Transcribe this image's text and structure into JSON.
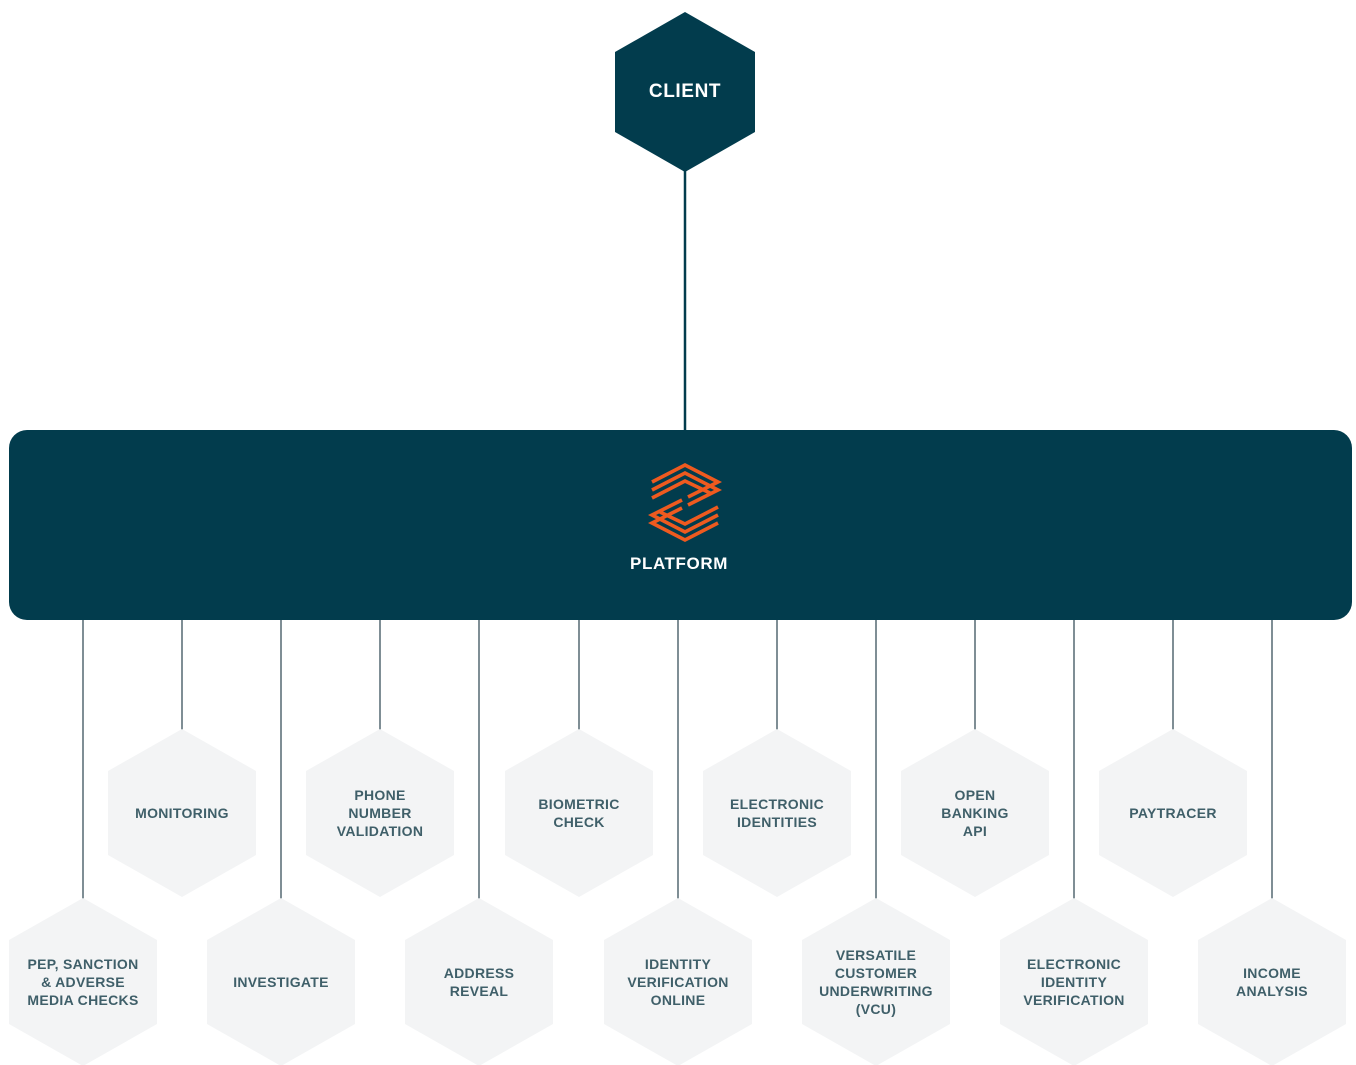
{
  "colors": {
    "navy": "#023c4d",
    "hex_fill": "#f3f4f5",
    "service_text": "#3f5f69",
    "connector": "#7f8e95",
    "logo_orange": "#ee5a1f"
  },
  "client": {
    "label": "CLIENT"
  },
  "platform": {
    "label": "PLATFORM",
    "logo_icon": "layered-hexagon-logo-icon"
  },
  "services": [
    {
      "id": "pep-sanction-adverse-media-checks",
      "label": "PEP, SANCTION\n& ADVERSE\nMEDIA CHECKS",
      "row": "bottom"
    },
    {
      "id": "monitoring",
      "label": "MONITORING",
      "row": "top"
    },
    {
      "id": "investigate",
      "label": "INVESTIGATE",
      "row": "bottom"
    },
    {
      "id": "phone-number-validation",
      "label": "PHONE\nNUMBER\nVALIDATION",
      "row": "top"
    },
    {
      "id": "address-reveal",
      "label": "ADDRESS\nREVEAL",
      "row": "bottom"
    },
    {
      "id": "biometric-check",
      "label": "BIOMETRIC\nCHECK",
      "row": "top"
    },
    {
      "id": "identity-verification-online",
      "label": "IDENTITY\nVERIFICATION\nONLINE",
      "row": "bottom"
    },
    {
      "id": "electronic-identities",
      "label": "ELECTRONIC\nIDENTITIES",
      "row": "top"
    },
    {
      "id": "versatile-customer-underwriting",
      "label": "VERSATILE\nCUSTOMER\nUNDERWRITING\n(VCU)",
      "row": "bottom"
    },
    {
      "id": "open-banking-api",
      "label": "OPEN\nBANKING\nAPI",
      "row": "top"
    },
    {
      "id": "electronic-identity-verification",
      "label": "ELECTRONIC\nIDENTITY\nVERIFICATION",
      "row": "bottom"
    },
    {
      "id": "paytracer",
      "label": "PAYTRACER",
      "row": "top"
    },
    {
      "id": "income-analysis",
      "label": "INCOME\nANALYSIS",
      "row": "bottom"
    }
  ]
}
